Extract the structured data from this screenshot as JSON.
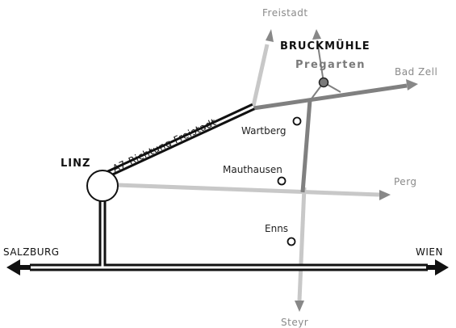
{
  "places": {
    "freistadt": "Freistadt",
    "bruckmuehle": "BRUCKMÜHLE",
    "pregarten": "Pregarten",
    "bad_zell": "Bad Zell",
    "wartberg": "Wartberg",
    "linz": "LINZ",
    "mauthausen": "Mauthausen",
    "perg": "Perg",
    "enns": "Enns",
    "salzburg": "SALZBURG",
    "wien": "WIEN",
    "steyr": "Steyr"
  },
  "roads": {
    "a7_label": "A7-Richtung Freistadt"
  },
  "colors": {
    "motorway": "#111111",
    "main_road": "#808080",
    "light_road": "#c8c8c8",
    "arrow_light": "#888888",
    "destination_dot": "#7a7a7a"
  }
}
